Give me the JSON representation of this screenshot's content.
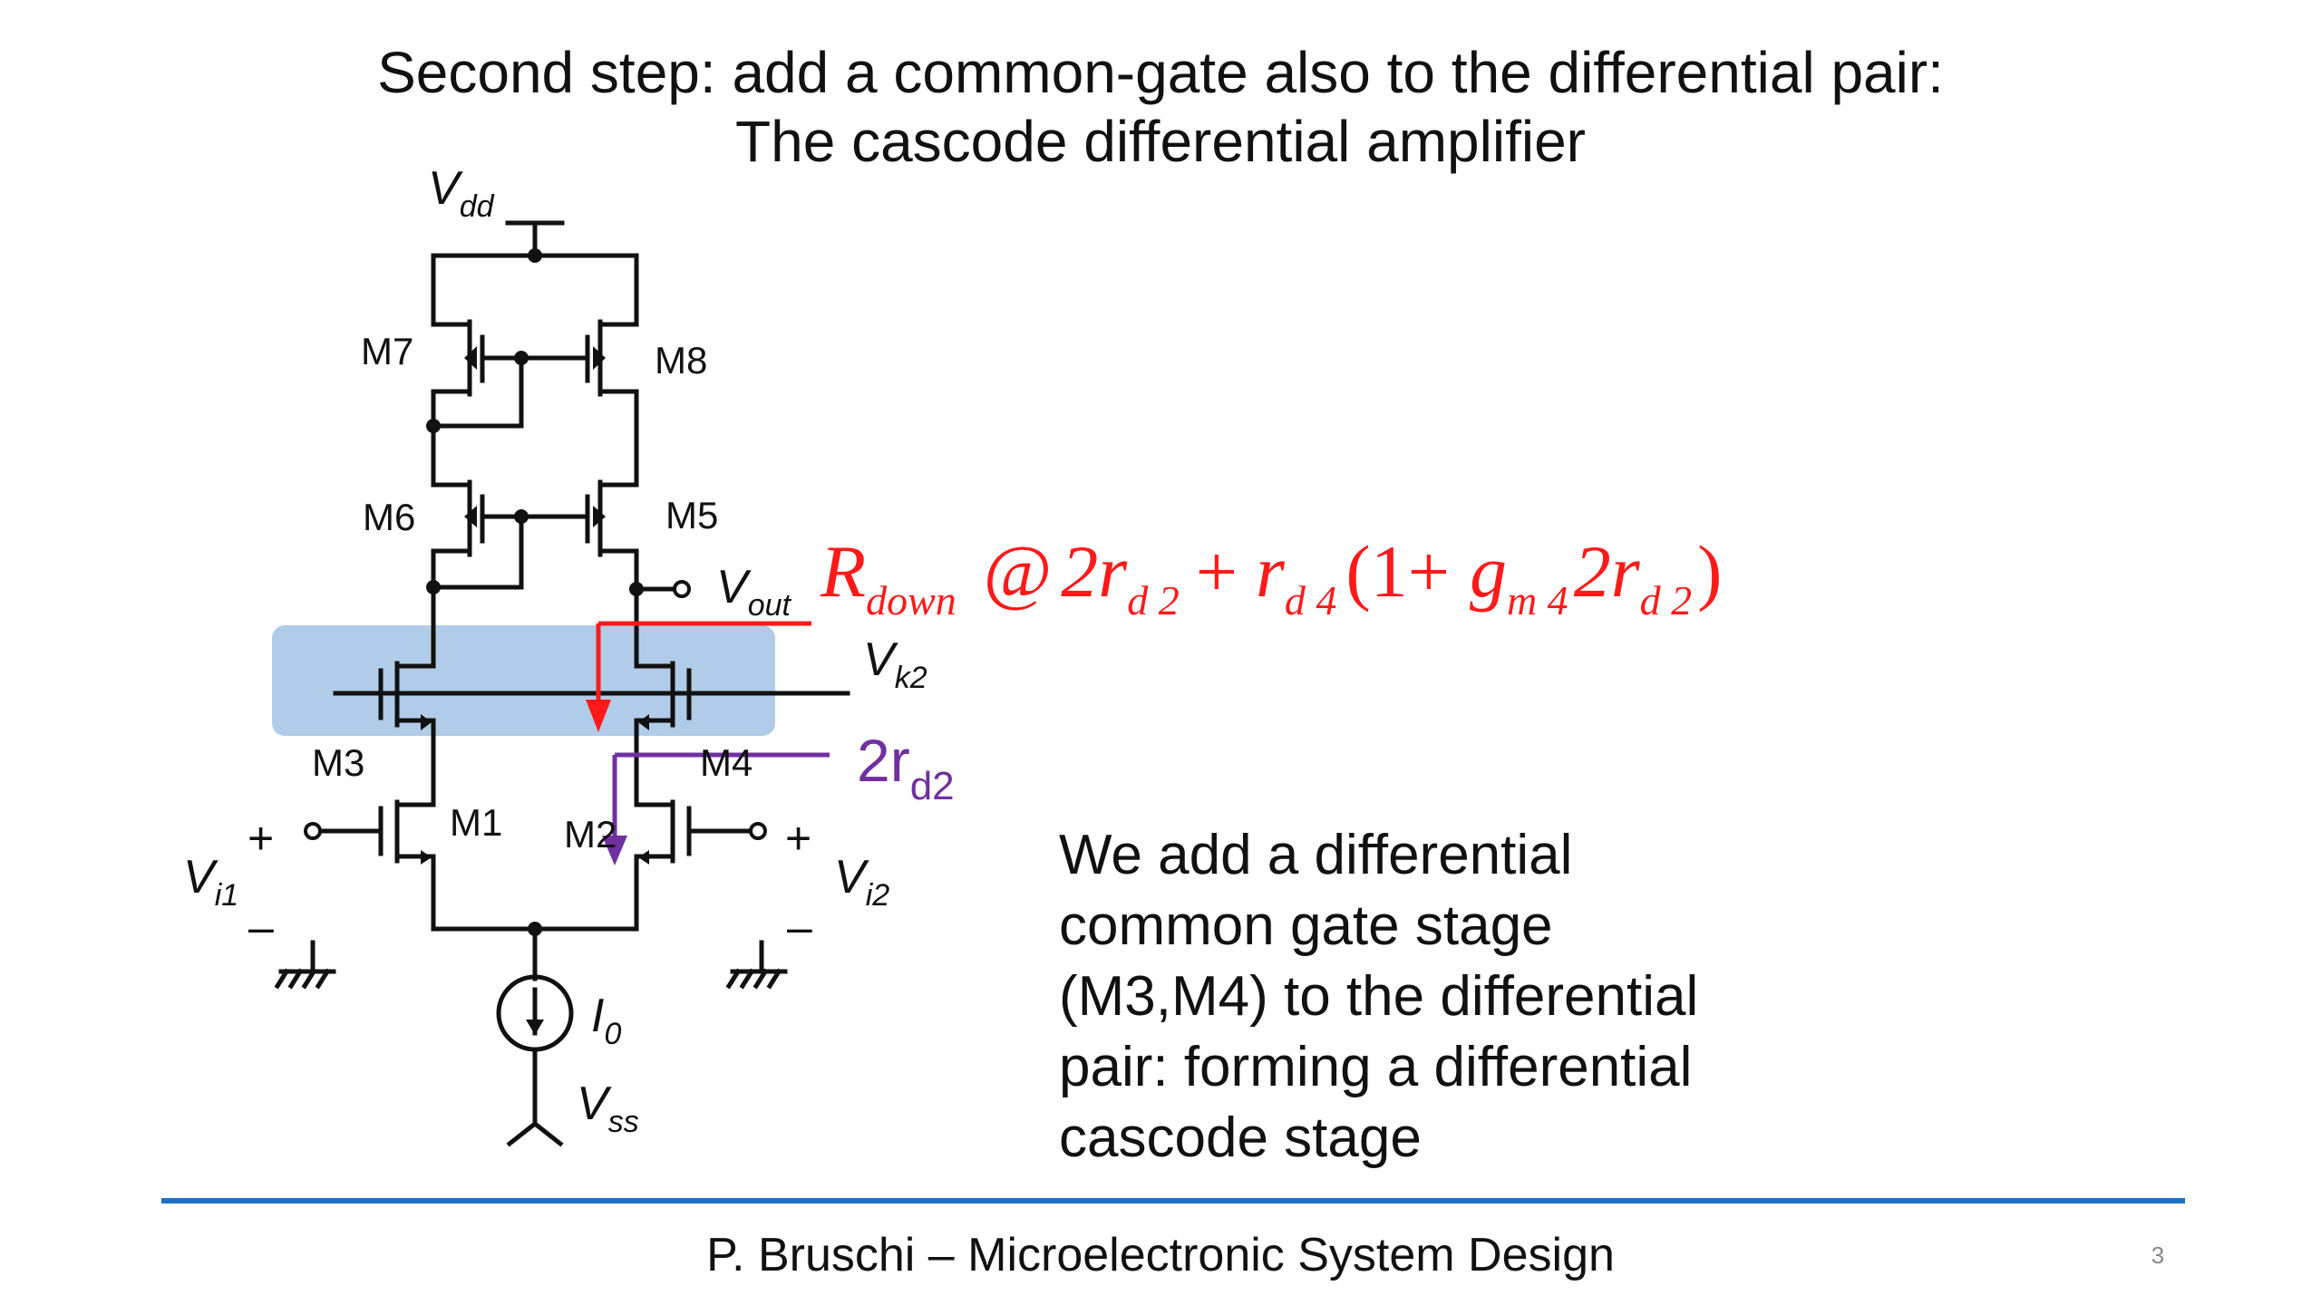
{
  "title": {
    "line1": "Second step: add a common-gate also to the differential pair:",
    "line2": "The cascode differential amplifier"
  },
  "schematic": {
    "supply_top": {
      "main": "V",
      "sub": "dd"
    },
    "supply_bottom": {
      "main": "V",
      "sub": "ss"
    },
    "current_source": {
      "main": "I",
      "sub": "0"
    },
    "output": {
      "main": "V",
      "sub": "out"
    },
    "bias": {
      "main": "V",
      "sub": "k2"
    },
    "input_left": {
      "main": "V",
      "sub": "i1"
    },
    "input_right": {
      "main": "V",
      "sub": "i2"
    },
    "plus_sign": "+",
    "minus_sign": "–",
    "transistors": {
      "m1": "M1",
      "m2": "M2",
      "m3": "M3",
      "m4": "M4",
      "m5": "M5",
      "m6": "M6",
      "m7": "M7",
      "m8": "M8"
    },
    "highlight_color": "#a9c6e6",
    "red_color": "#ff1a1a",
    "purple_color": "#7030a0"
  },
  "equation": {
    "r": "R",
    "r_sub": "down",
    "approx": "@",
    "two1": "2r",
    "sub_d2_a": "d 2",
    "plus1": "+",
    "r2": "r",
    "sub_d4": "d 4",
    "paren_open": "(1+",
    "g": "g",
    "sub_m4": "m 4",
    "two2": "2r",
    "sub_d2_b": "d 2",
    "paren_close": ")"
  },
  "purple_label": {
    "main": "2r",
    "sub": "d2"
  },
  "body": {
    "lines": [
      "We add a differential",
      "common gate stage",
      "(M3,M4) to the differential",
      "pair: forming a differential",
      "cascode stage"
    ]
  },
  "footer": {
    "text": "P. Bruschi – Microelectronic System Design",
    "page": "3"
  }
}
